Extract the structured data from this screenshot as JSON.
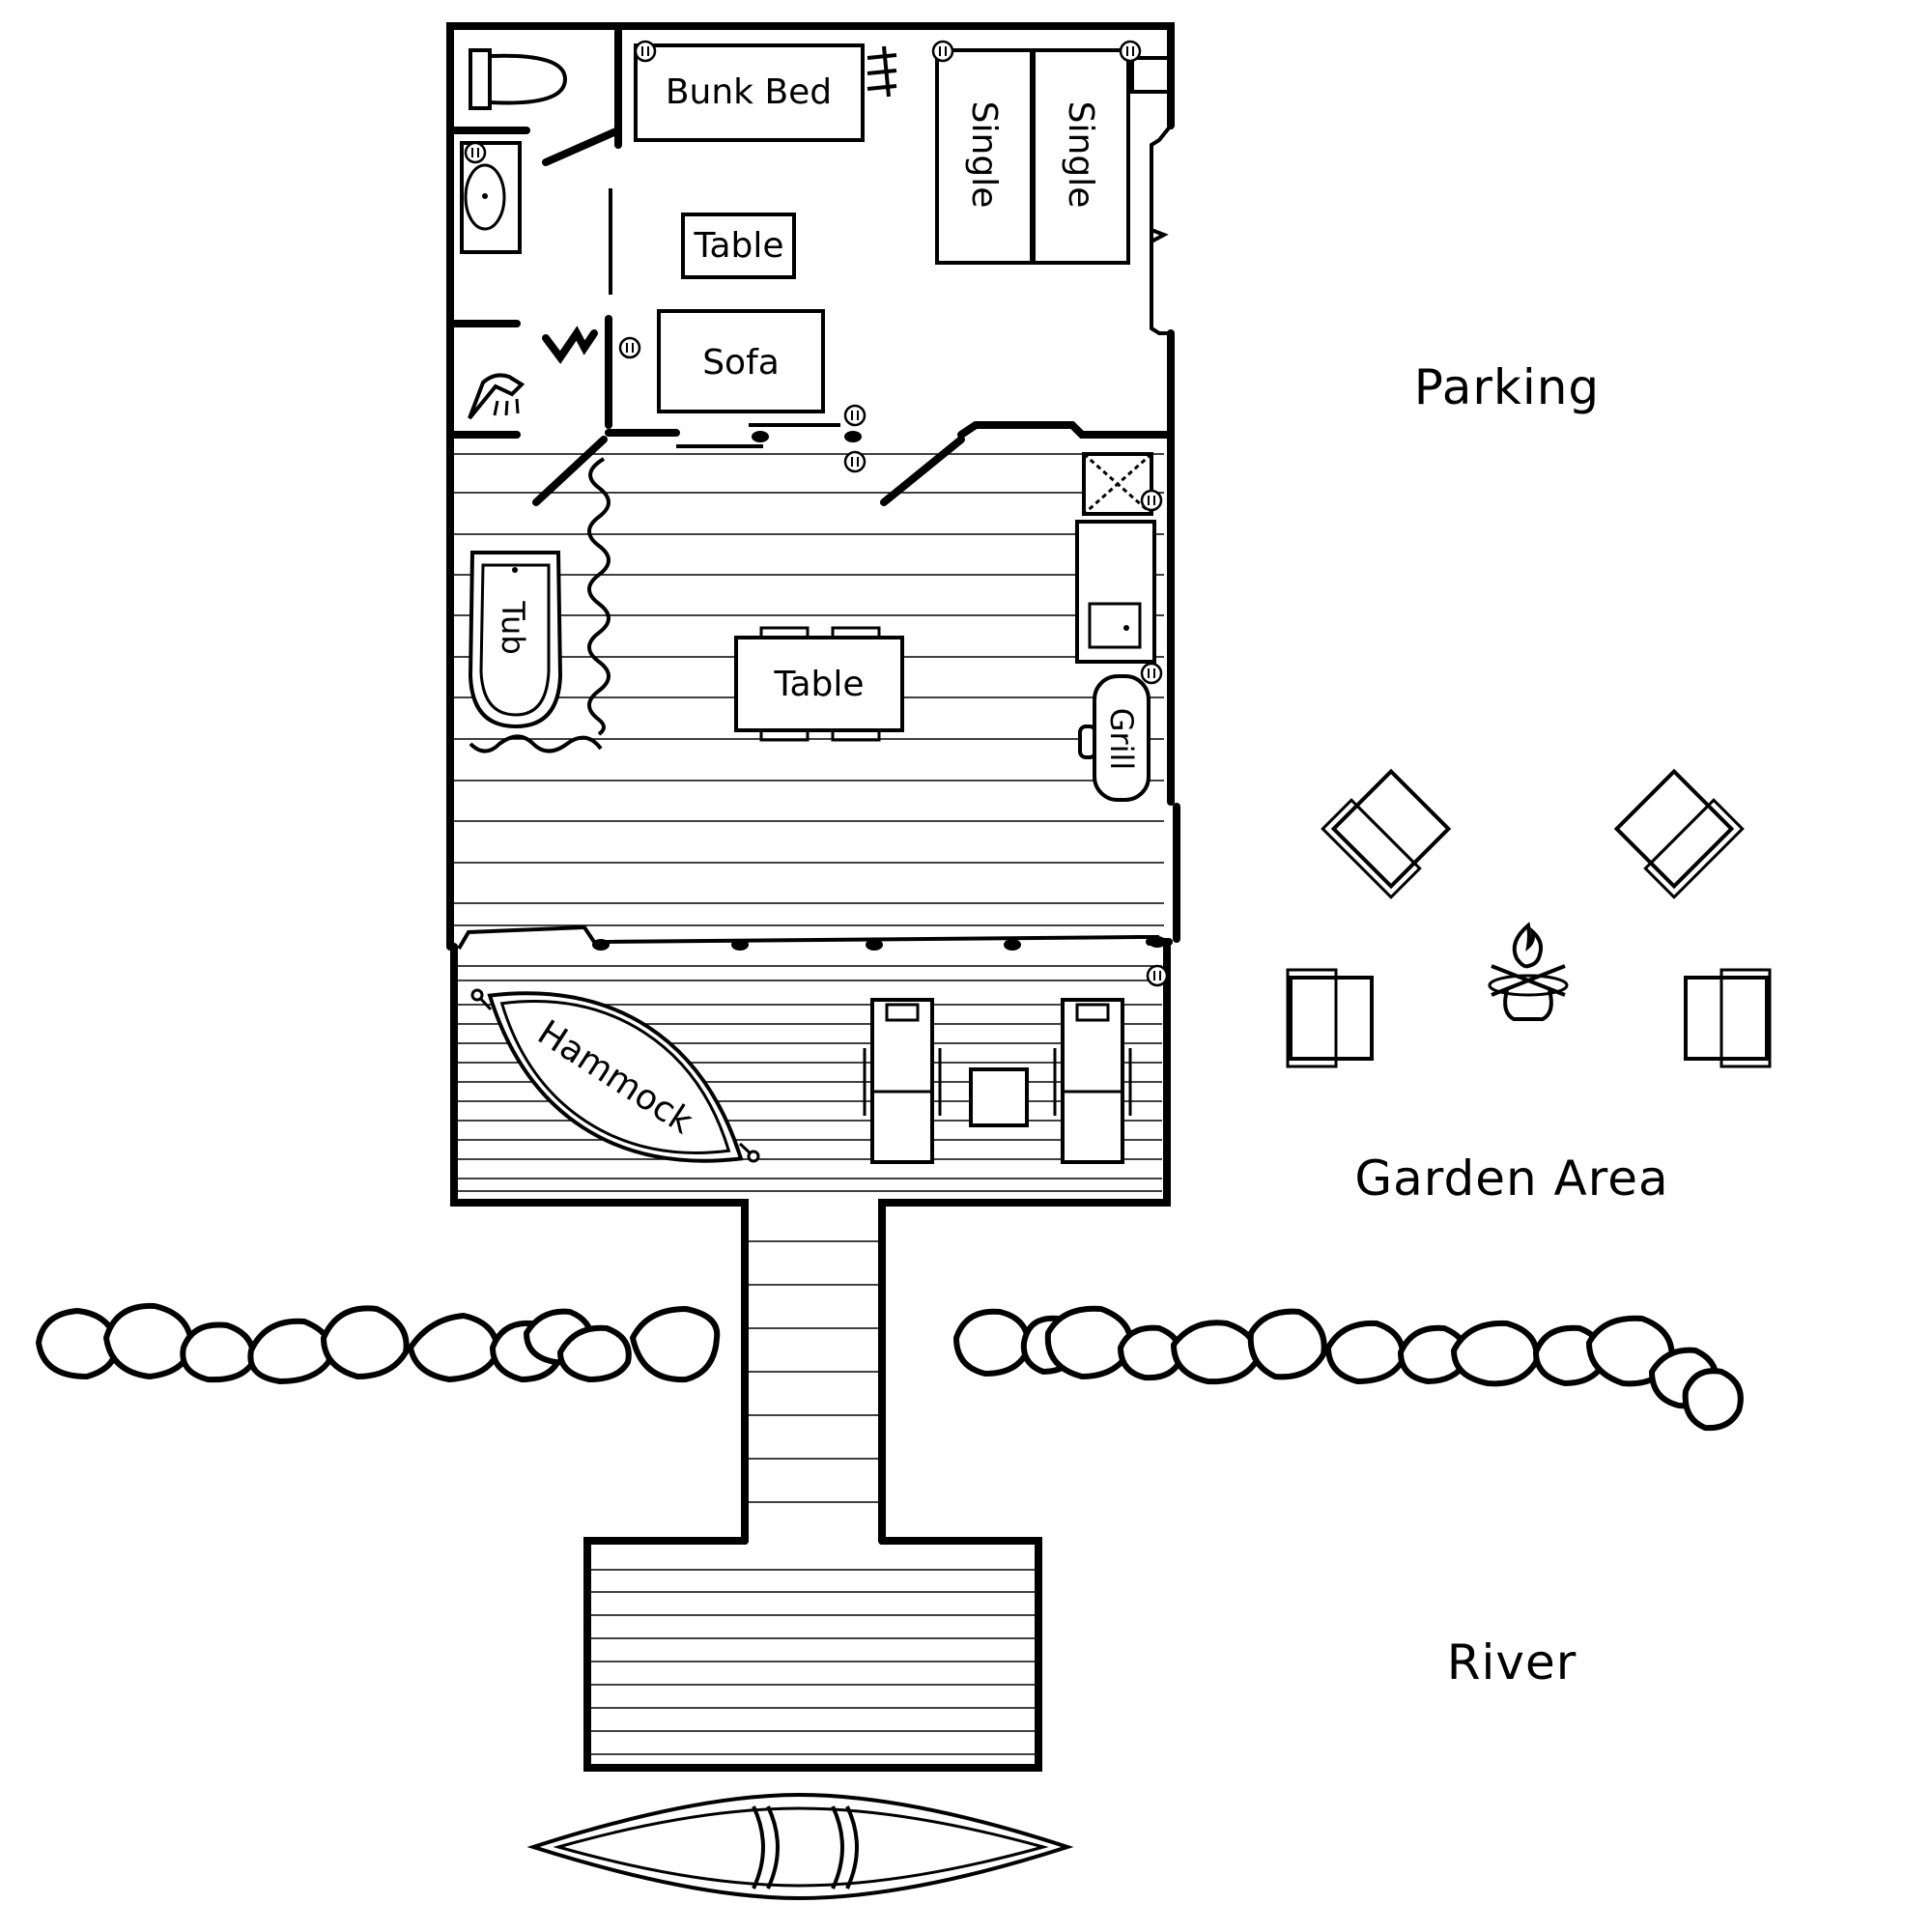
{
  "areas": {
    "parking": "Parking",
    "garden": "Garden Area",
    "river": "River"
  },
  "furniture": {
    "bunk_bed": "Bunk Bed",
    "single_1": "Single",
    "single_2": "Single",
    "table_small": "Table",
    "sofa": "Sofa",
    "tub": "Tub",
    "table_deck": "Table",
    "grill": "Grill",
    "hammock": "Hammock"
  }
}
